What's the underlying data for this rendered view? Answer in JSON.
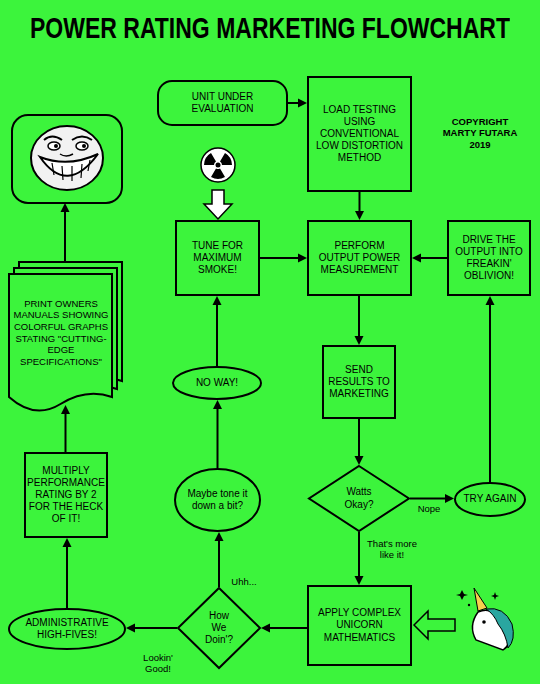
{
  "diagram": {
    "title": "POWER RATING MARKETING FLOWCHART",
    "nodes": [
      {
        "text": [
          "UNIT UNDER EVALUATION"
        ]
      },
      {
        "text": [
          "LOAD TESTING USING CONVENTIONAL LOW DISTORTION METHOD"
        ]
      },
      {
        "text": [
          "TUNE FOR MAXIMUM SMOKE!"
        ]
      },
      {
        "text": [
          "PERFORM OUTPUT POWER MEASUREMENT"
        ]
      },
      {
        "text": [
          "DRIVE THE OUTPUT INTO FREAKIN' OBLIVION!"
        ]
      },
      {
        "text": [
          "PRINT OWNERS MANUALS SHOWING COLORFUL GRAPHS STATING \"CUTTING-EDGE SPECIFICATIONS\""
        ]
      },
      {
        "text": [
          "SEND RESULTS TO MARKETING"
        ]
      },
      {
        "text": [
          "NO WAY!"
        ]
      },
      {
        "text": [
          "MULTIPLY PERFORMANCE RATING BY 2 FOR THE HECK OF IT!"
        ]
      },
      {
        "text": [
          "Maybe tone it down a bit?"
        ]
      },
      {
        "text": [
          "Watts Okay?"
        ]
      },
      {
        "text": [
          "TRY AGAIN"
        ]
      },
      {
        "text": [
          "ADMINISTRATIVE HIGH-FIVES!"
        ]
      },
      {
        "text": [
          "How We Doin'?"
        ]
      },
      {
        "text": [
          "APPLY COMPLEX UNICORN MATHEMATICS"
        ]
      }
    ],
    "edges": [
      {
        "from": 0,
        "to": 1,
        "arrow": "to"
      },
      {
        "from": 1,
        "to": 3,
        "arrow": "to"
      },
      {
        "from": 2,
        "to": 3,
        "arrow": "to"
      },
      {
        "from": 4,
        "to": 3,
        "arrow": "to"
      },
      {
        "from": 3,
        "to": 6,
        "arrow": "to"
      },
      {
        "from": 6,
        "to": 10,
        "arrow": "to"
      },
      {
        "from": 10,
        "to": 11,
        "label": "Nope",
        "arrow": "to"
      },
      {
        "from": 11,
        "to": 4,
        "arrow": "to"
      },
      {
        "from": 10,
        "to": 14,
        "label": "That's more like it!",
        "arrow": "to"
      },
      {
        "from": 14,
        "to": 13,
        "arrow": "to"
      },
      {
        "from": 13,
        "to": 9,
        "label": "Uhh...",
        "arrow": "to"
      },
      {
        "from": 9,
        "to": 7,
        "arrow": "to"
      },
      {
        "from": 7,
        "to": 2,
        "arrow": "to"
      },
      {
        "from": 13,
        "to": 12,
        "label": "Lookin' Good!",
        "arrow": "to"
      },
      {
        "from": 12,
        "to": 8,
        "arrow": "to"
      },
      {
        "from": 8,
        "to": 5,
        "arrow": "to"
      }
    ],
    "labels": [
      "COPYRIGHT MARTY FUTARA 2019"
    ]
  }
}
